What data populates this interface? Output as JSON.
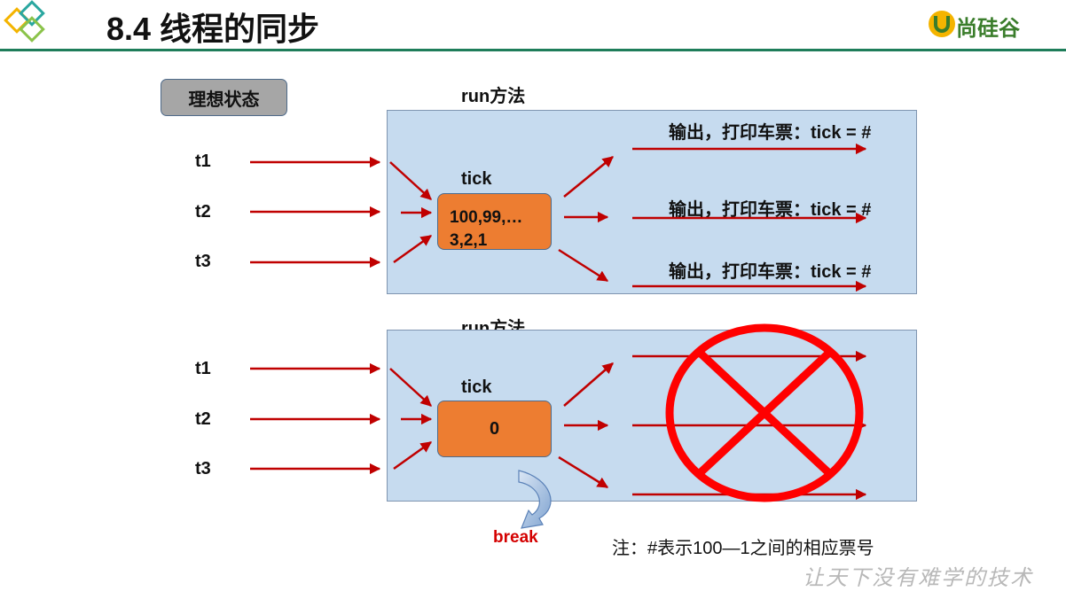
{
  "header": {
    "title": "8.4 线程的同步",
    "logo_text": "尚硅谷"
  },
  "ideal_state_label": "理想状态",
  "top_panel": {
    "method_label": "run方法",
    "threads": [
      "t1",
      "t2",
      "t3"
    ],
    "tick_label": "tick",
    "tick_line1": "100,99,…",
    "tick_line2": "3,2,1",
    "outputs": [
      "输出，打印车票：tick = #",
      "输出，打印车票：tick = #",
      "输出，打印车票：tick = #"
    ]
  },
  "bottom_panel": {
    "method_label": "run方法",
    "threads": [
      "t1",
      "t2",
      "t3"
    ],
    "tick_label": "tick",
    "tick_value": "0",
    "break_label": "break"
  },
  "note": "注：#表示100—1之间的相应票号",
  "slogan": "让天下没有难学的技术",
  "colors": {
    "arrow": "#c00000",
    "panel": "#c6dbef",
    "tick_box": "#ed7d31",
    "forbidden": "#ff0000",
    "header_line": "#1e7d5a"
  }
}
